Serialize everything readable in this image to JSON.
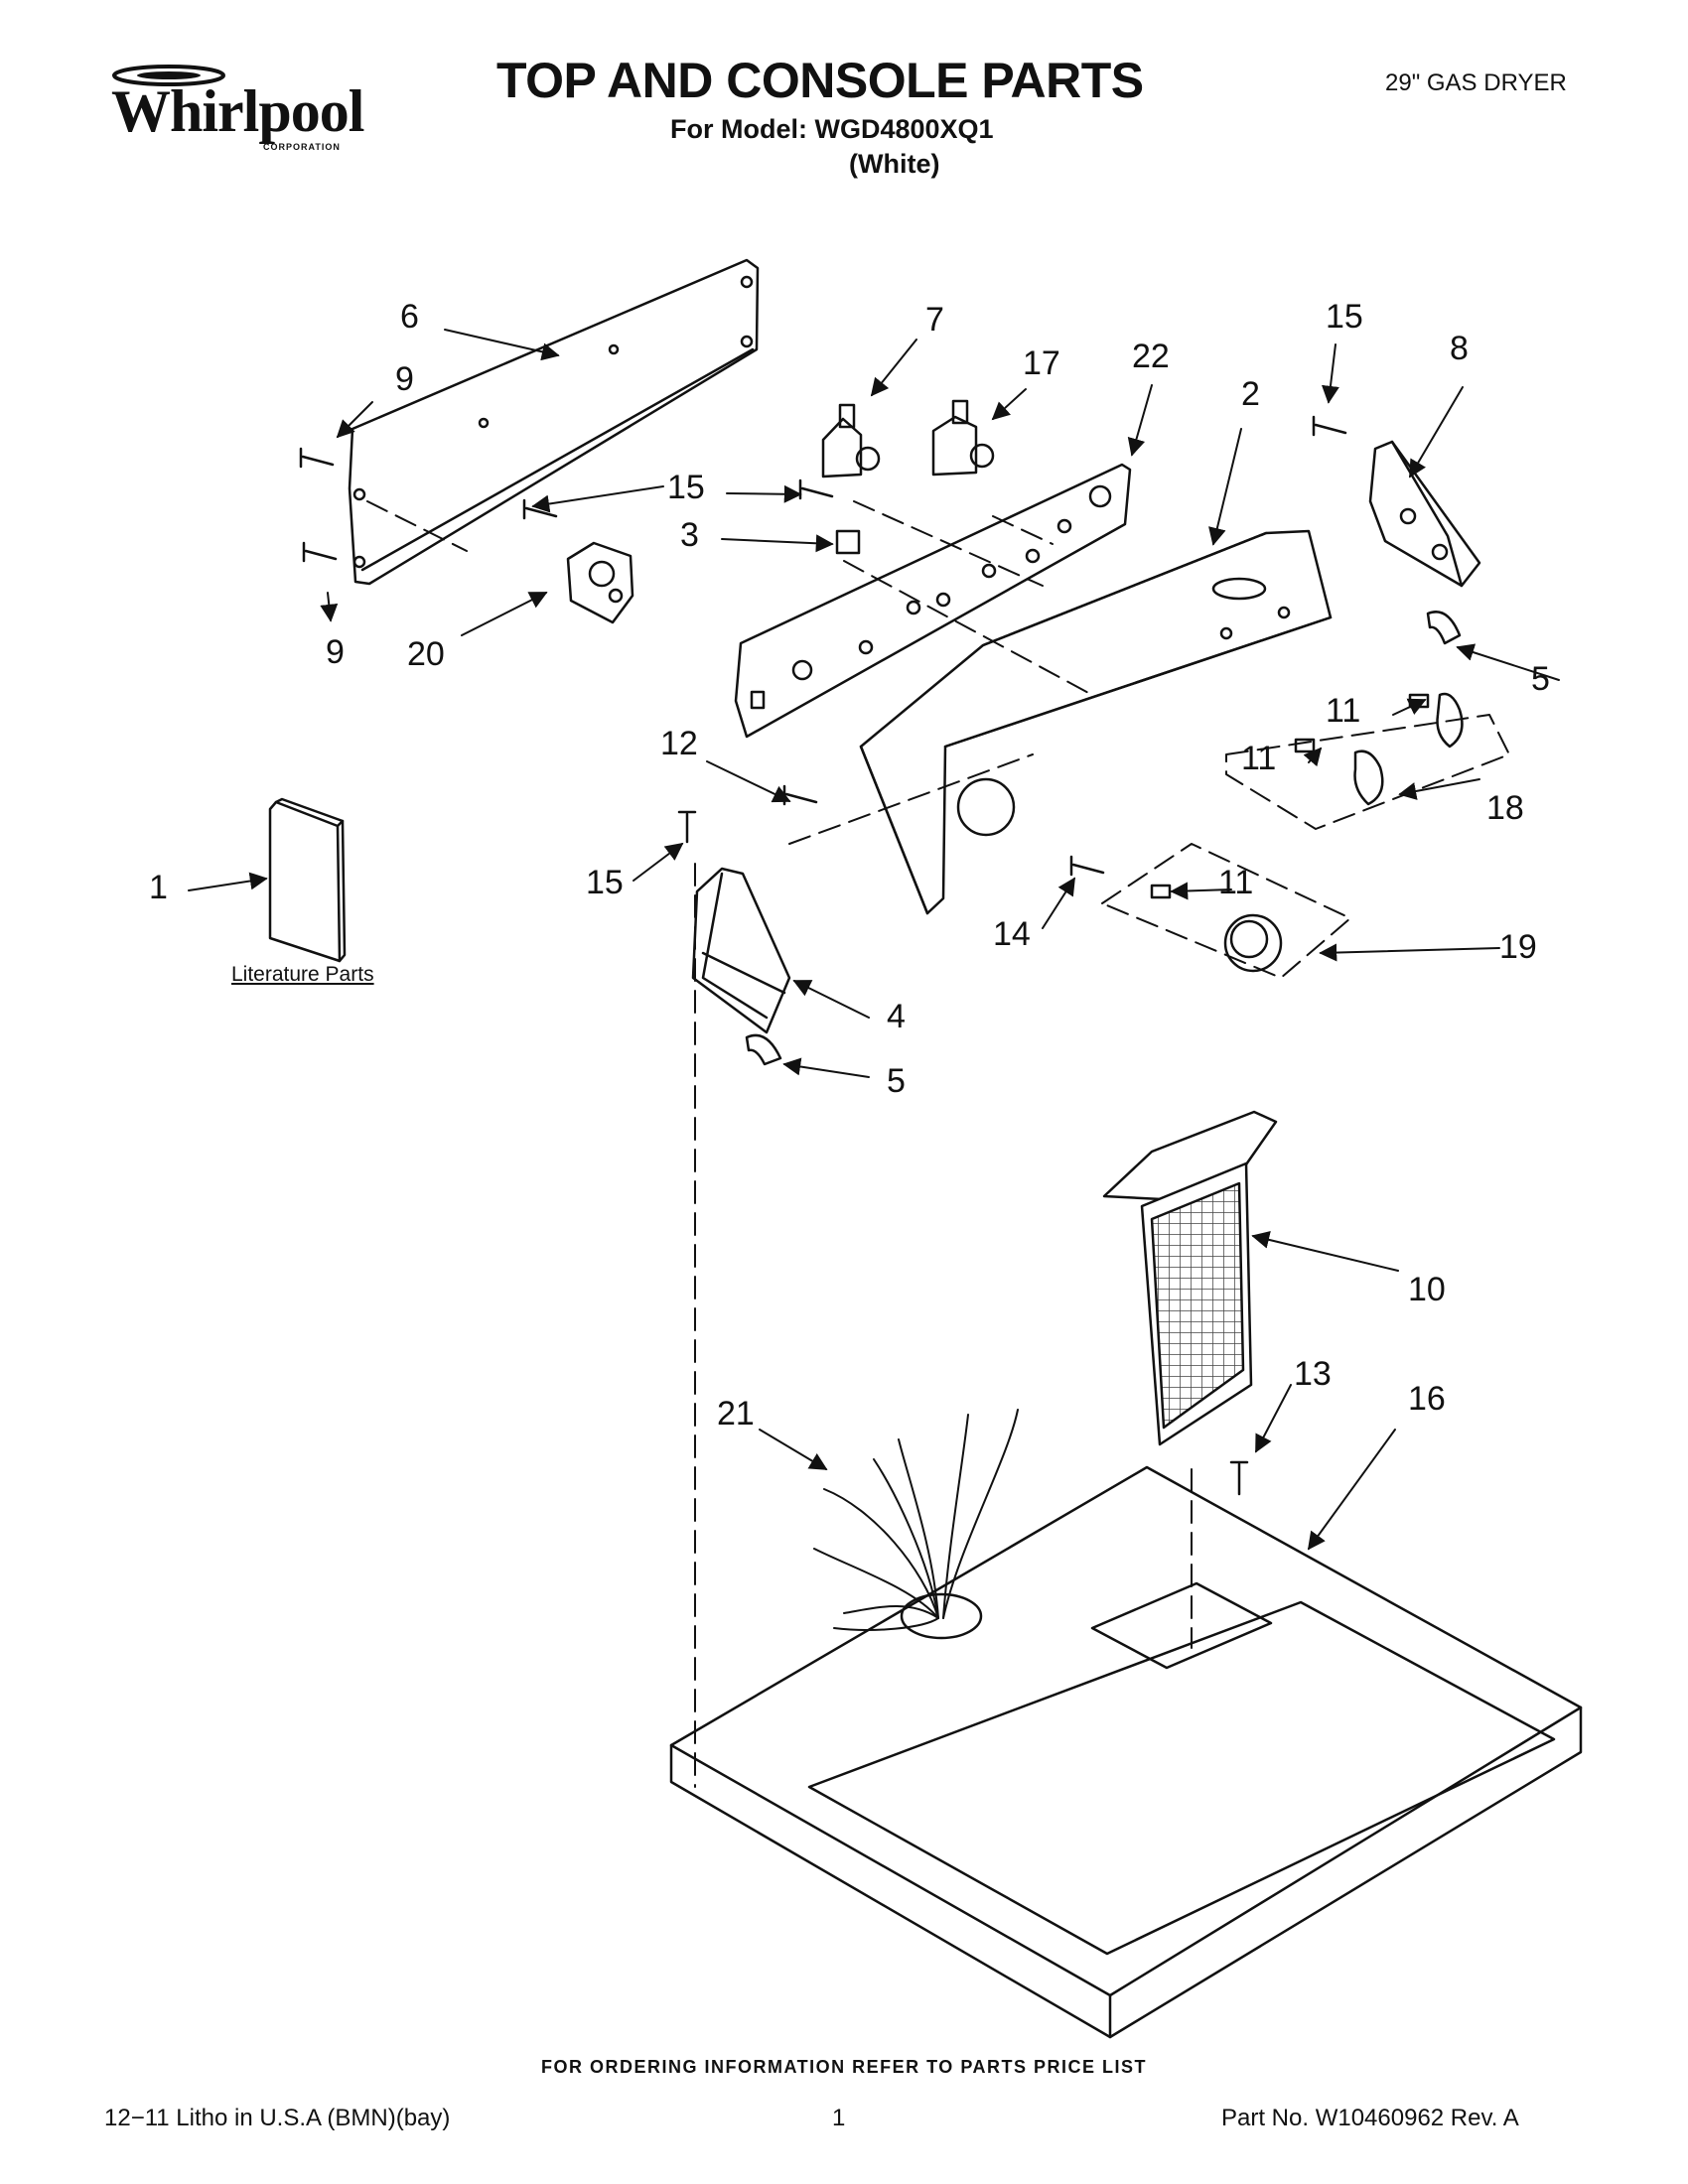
{
  "header": {
    "brand": "Whirlpool",
    "brand_sub": "CORPORATION",
    "title": "TOP AND CONSOLE PARTS",
    "model_line": "For Model: WGD4800XQ1",
    "color_line": "(White)",
    "product": "29\" GAS DRYER"
  },
  "callouts": [
    "6",
    "9",
    "9",
    "7",
    "17",
    "22",
    "15",
    "8",
    "15",
    "3",
    "2",
    "20",
    "5",
    "11",
    "11",
    "18",
    "12",
    "15",
    "1",
    "14",
    "11",
    "19",
    "4",
    "5",
    "10",
    "13",
    "16",
    "21"
  ],
  "literature_label": "Literature Parts",
  "footer": {
    "ordering_info": "FOR ORDERING INFORMATION REFER TO PARTS PRICE LIST",
    "litho": "12−11 Litho in U.S.A (BMN)(bay)",
    "page": "1",
    "part_no": "Part No. W10460962 Rev. A"
  }
}
